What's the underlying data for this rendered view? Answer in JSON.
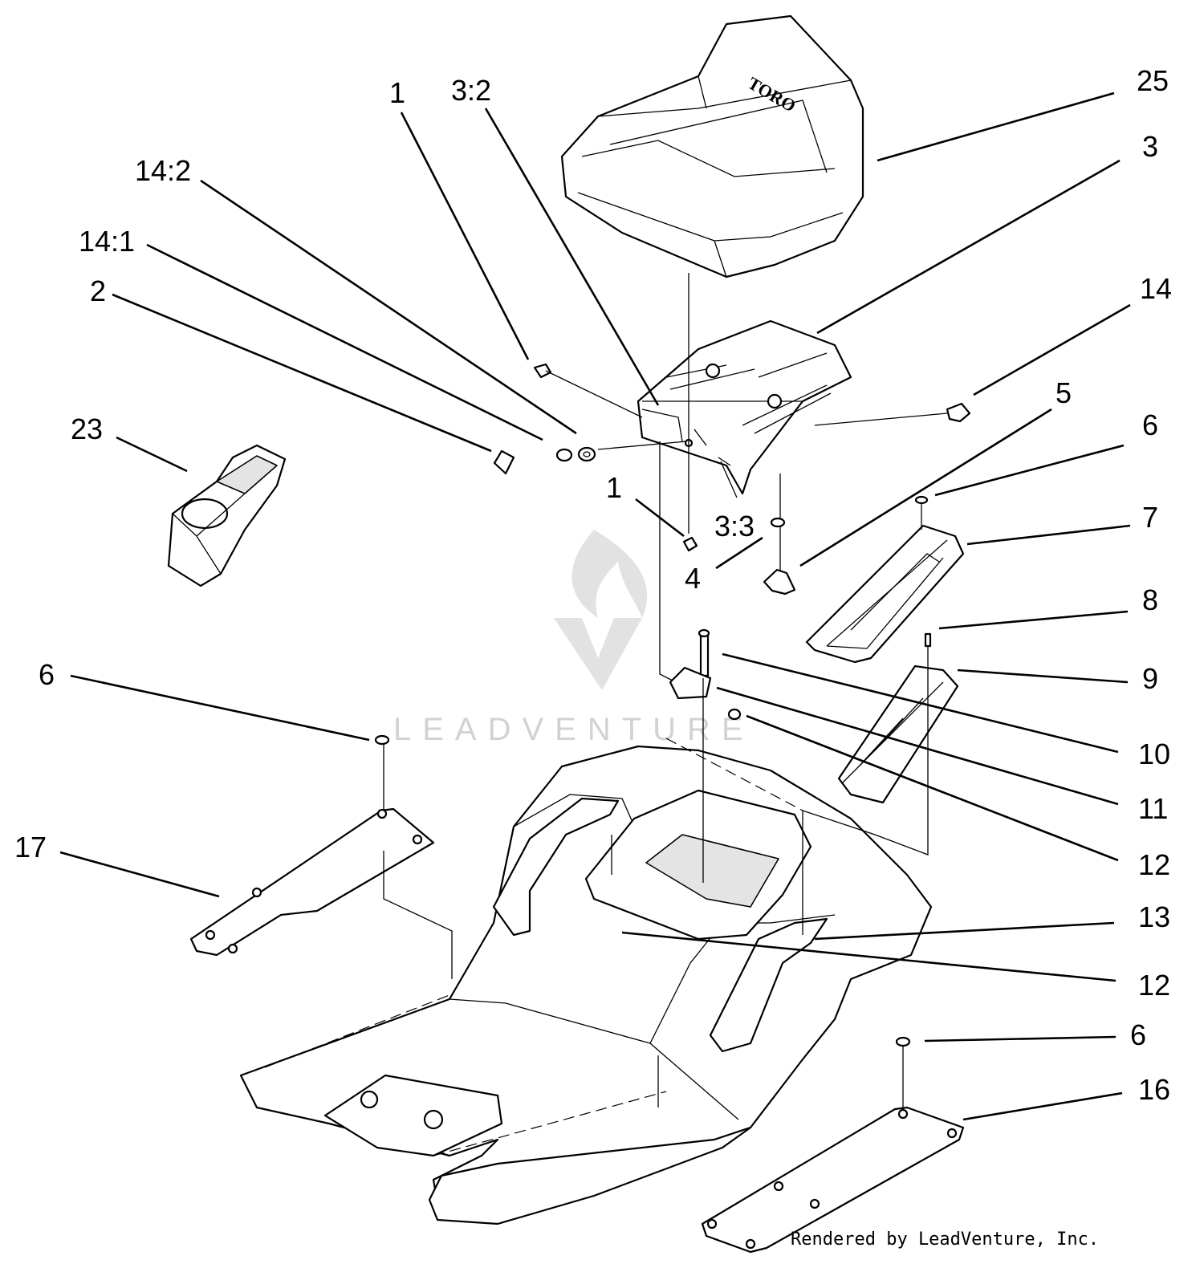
{
  "diagram": {
    "callouts": [
      {
        "id": "c25",
        "label": "25"
      },
      {
        "id": "c3",
        "label": "3"
      },
      {
        "id": "c14",
        "label": "14"
      },
      {
        "id": "c5",
        "label": "5"
      },
      {
        "id": "c6a",
        "label": "6"
      },
      {
        "id": "c7",
        "label": "7"
      },
      {
        "id": "c8",
        "label": "8"
      },
      {
        "id": "c9",
        "label": "9"
      },
      {
        "id": "c10",
        "label": "10"
      },
      {
        "id": "c11",
        "label": "11"
      },
      {
        "id": "c12a",
        "label": "12"
      },
      {
        "id": "c13",
        "label": "13"
      },
      {
        "id": "c12b",
        "label": "12"
      },
      {
        "id": "c6c",
        "label": "6"
      },
      {
        "id": "c16",
        "label": "16"
      },
      {
        "id": "c1a",
        "label": "1"
      },
      {
        "id": "c32",
        "label": "3:2"
      },
      {
        "id": "c142",
        "label": "14:2"
      },
      {
        "id": "c141",
        "label": "14:1"
      },
      {
        "id": "c2",
        "label": "2"
      },
      {
        "id": "c23",
        "label": "23"
      },
      {
        "id": "c1b",
        "label": "1"
      },
      {
        "id": "c33",
        "label": "3:3"
      },
      {
        "id": "c4",
        "label": "4"
      },
      {
        "id": "c6b",
        "label": "6"
      },
      {
        "id": "c17",
        "label": "17"
      }
    ],
    "seat_brand": "TORO",
    "watermark": "LEADVENTURE",
    "credit": "Rendered by LeadVenture, Inc."
  }
}
